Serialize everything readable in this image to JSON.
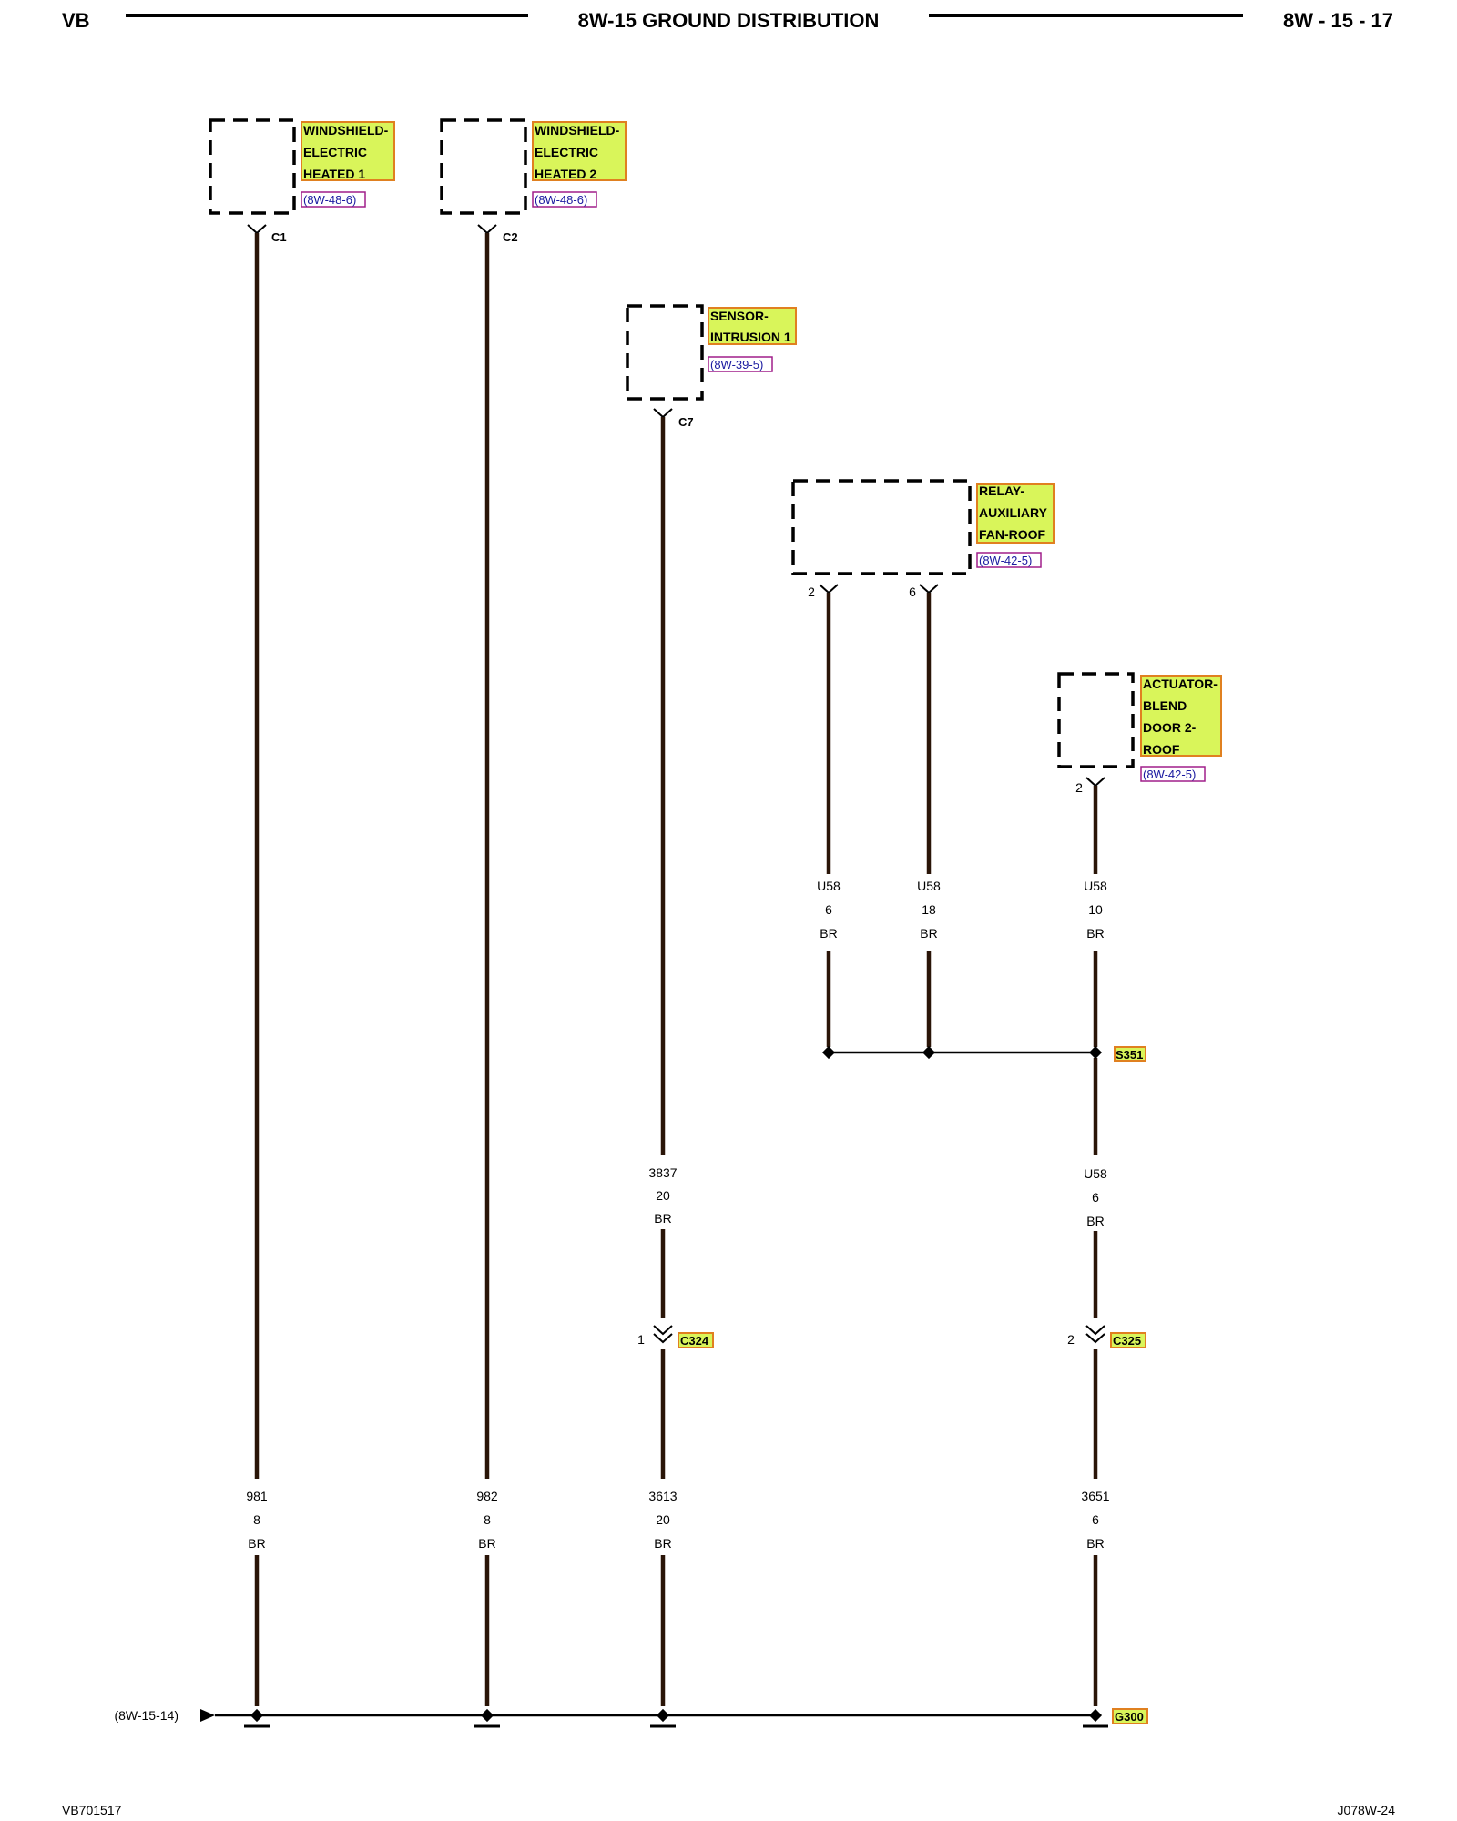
{
  "header": {
    "left": "VB",
    "title": "8W-15 GROUND DISTRIBUTION",
    "right": "8W - 15 - 17"
  },
  "footer": {
    "left": "VB701517",
    "right": "J078W-24"
  },
  "components": {
    "windshield1": {
      "lines": [
        "WINDSHIELD-",
        "ELECTRIC",
        "HEATED 1"
      ],
      "ref": "(8W-48-6)",
      "connector": "C1"
    },
    "windshield2": {
      "lines": [
        "WINDSHIELD-",
        "ELECTRIC",
        "HEATED 2"
      ],
      "ref": "(8W-48-6)",
      "connector": "C2"
    },
    "sensor": {
      "lines": [
        "SENSOR-",
        "INTRUSION 1"
      ],
      "ref": "(8W-39-5)",
      "connector": "C7"
    },
    "relay": {
      "lines": [
        "RELAY-",
        "AUXILIARY",
        "FAN-ROOF"
      ],
      "ref": "(8W-42-5)",
      "pin_a": "2",
      "pin_b": "6"
    },
    "actuator": {
      "lines": [
        "ACTUATOR-",
        "BLEND",
        "DOOR 2-",
        "ROOF"
      ],
      "ref": "(8W-42-5)",
      "pin": "2"
    }
  },
  "wires": {
    "relay_pin2": [
      "U58",
      "6",
      "BR"
    ],
    "relay_pin6": [
      "U58",
      "18",
      "BR"
    ],
    "actuator": [
      "U58",
      "10",
      "BR"
    ],
    "sensor_upper": [
      "3837",
      "20",
      "BR"
    ],
    "splice_lower": [
      "U58",
      "6",
      "BR"
    ],
    "ws1_bottom": [
      "981",
      "8",
      "BR"
    ],
    "ws2_bottom": [
      "982",
      "8",
      "BR"
    ],
    "sensor_bottom": [
      "3613",
      "20",
      "BR"
    ],
    "actuator_bottom": [
      "3651",
      "6",
      "BR"
    ]
  },
  "splice": "S351",
  "inline_connectors": {
    "c324": {
      "name": "C324",
      "pin": "1"
    },
    "c325": {
      "name": "C325",
      "pin": "2"
    }
  },
  "ground": "G300",
  "bus_ref": "(8W-15-14)",
  "colors": {
    "wire": "#2a1508",
    "highlight": "#d9f55a",
    "highlight_border": "#e08020",
    "ref_text": "#1a1aa0",
    "ref_border": "#a01f8a"
  }
}
